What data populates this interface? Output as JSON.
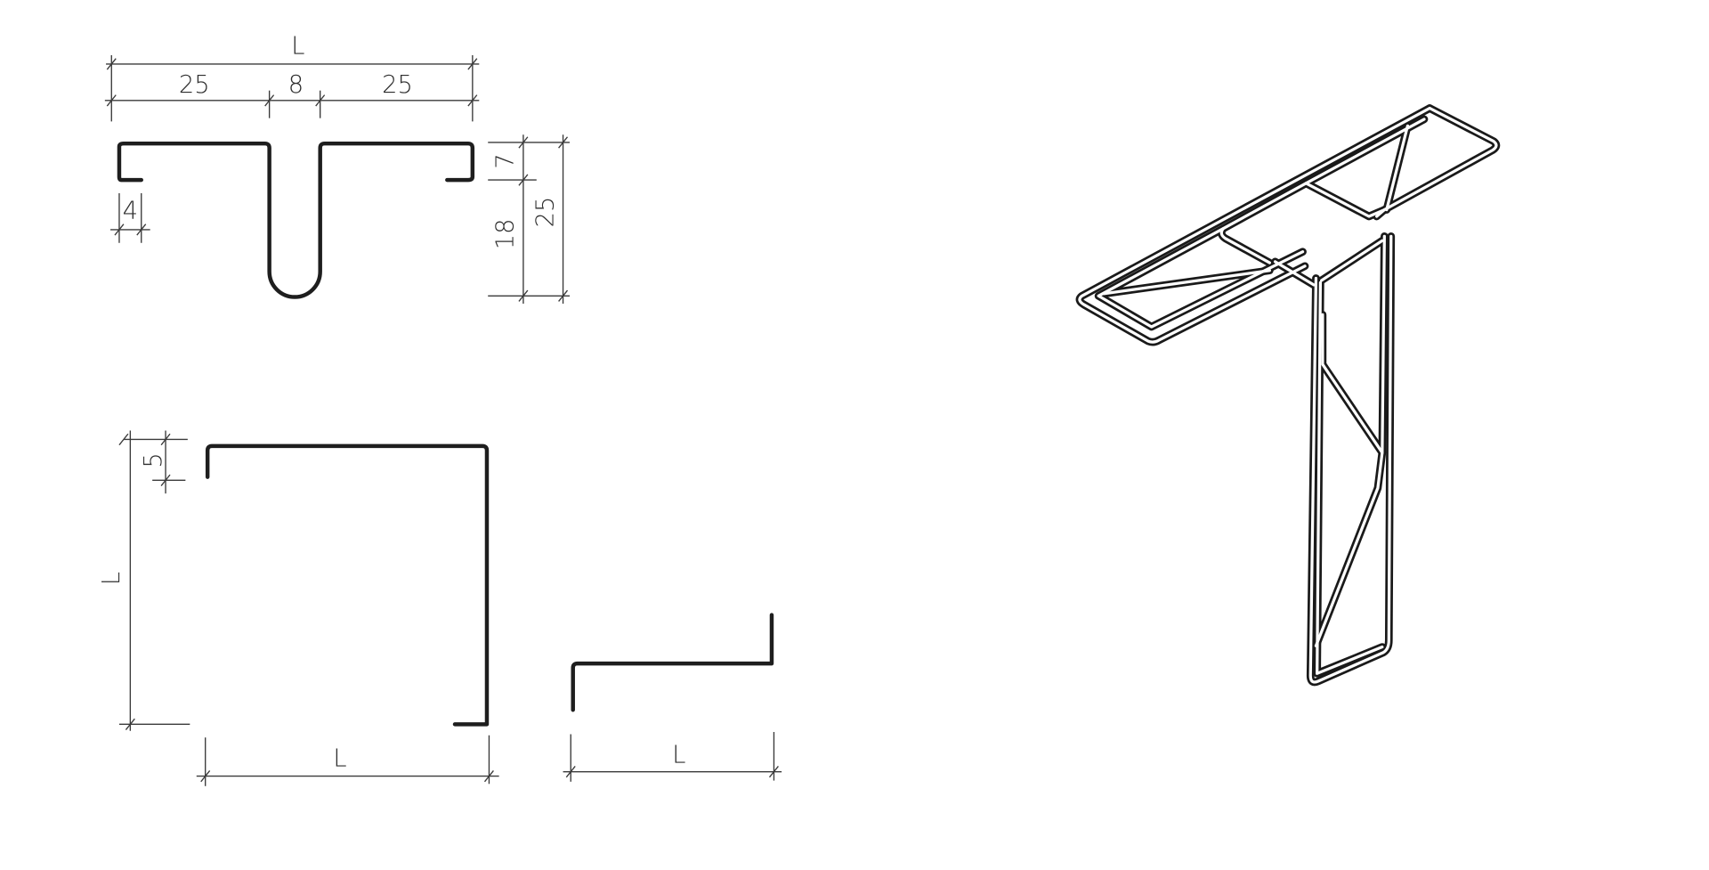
{
  "figure": {
    "description": "Rebar bending shapes with dimensions and isometric view of T-shaped reinforcement cage",
    "colors": {
      "background": "#ffffff",
      "profile": "#1e1e1e",
      "dimension": "#3a3a3a"
    }
  },
  "t_profile": {
    "overall_length_label": "L",
    "left_flange_label": "25",
    "stem_width_label": "8",
    "right_flange_label": "25",
    "hook_width_label": "4",
    "top_height_label": "7",
    "stem_height_label": "18",
    "total_height_label": "25"
  },
  "c_profile": {
    "hook_label": "5",
    "height_label": "L",
    "width_label": "L"
  },
  "z_profile": {
    "width_label": "L"
  },
  "isometric": {
    "label": "T-shaped rebar cage isometric view"
  }
}
